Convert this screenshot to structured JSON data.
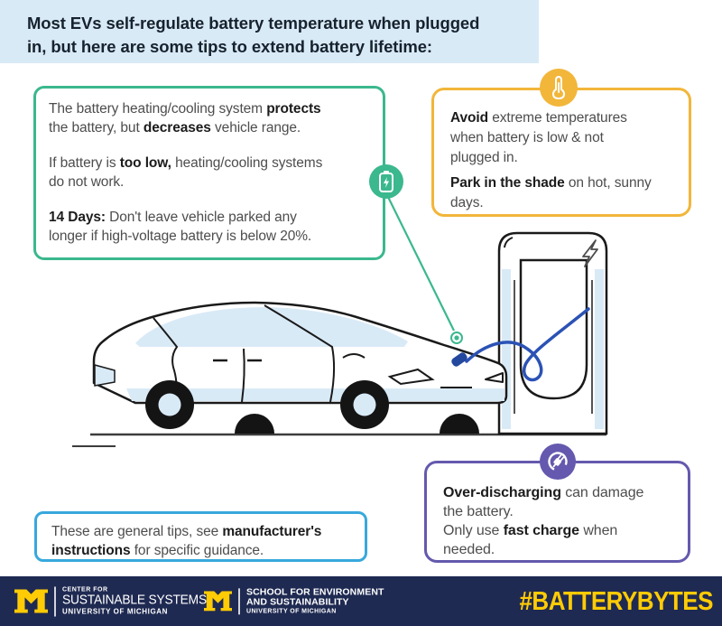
{
  "header": {
    "line1": "Most EVs self-regulate battery temperature when plugged",
    "line2": "in, but here are some tips to extend battery lifetime:"
  },
  "boxes": {
    "green": {
      "icon": "battery-charging-icon",
      "p1l1a": "The battery heating/cooling system ",
      "p1l1b": "protects",
      "p1l2a": "the battery, but ",
      "p1l2b": "decreases",
      "p1l2c": " vehicle range.",
      "p2l1a": "If battery is ",
      "p2l1b": "too low,",
      "p2l1c": " heating/cooling systems",
      "p2l2a": "do not work.",
      "p3l1a": "14 Days:",
      "p3l1b": " Don't leave vehicle parked any",
      "p3l2a": "longer if high-voltage battery is below 20%."
    },
    "yellow": {
      "icon": "thermometer-icon",
      "p1l1a": "Avoid",
      "p1l1b": " extreme temperatures",
      "p1l2a": "when battery is low & not",
      "p1l3a": "plugged in.",
      "p2l1a": "Park in the shade",
      "p2l1b": " on hot, sunny",
      "p2l2a": "days."
    },
    "purple": {
      "icon": "power-plug-icon",
      "p1l1a": "Over-discharging",
      "p1l1b": " can damage",
      "p1l2a": "the battery.",
      "p2l1a": "Only use ",
      "p2l1b": "fast charge",
      "p2l1c": " when",
      "p2l2a": "needed."
    },
    "blue": {
      "l1a": "These are general tips, see ",
      "l1b": "manufacturer's",
      "l2a": "instructions",
      "l2b": " for specific guidance."
    }
  },
  "illustration": {
    "car": "electric-car-side-view",
    "station": "ev-charging-station",
    "station_icon": "lightning-bolt-icon",
    "cable": "charging-cable",
    "callout": "charge-port-callout-line"
  },
  "footer": {
    "logo1": {
      "line1": "CENTER FOR",
      "line2": "SUSTAINABLE SYSTEMS",
      "line3": "UNIVERSITY OF MICHIGAN"
    },
    "logo2": {
      "line1": "SCHOOL FOR ENVIRONMENT",
      "line2": "AND SUSTAINABILITY",
      "line3": "UNIVERSITY OF MICHIGAN"
    },
    "hashtag": "#BATTERYBYTES"
  },
  "colors": {
    "header_bg": "#D9EAF7",
    "green": "#3BB88D",
    "yellow": "#F2B63A",
    "purple": "#6459AE",
    "blue": "#38A8DC",
    "navy": "#1F2A52",
    "maize": "#FFCB05",
    "light_blue": "#D9EAF7",
    "cable_blue": "#2B52B5",
    "body_text": "#4D4D4D",
    "bold_text": "#1C1C1C"
  }
}
